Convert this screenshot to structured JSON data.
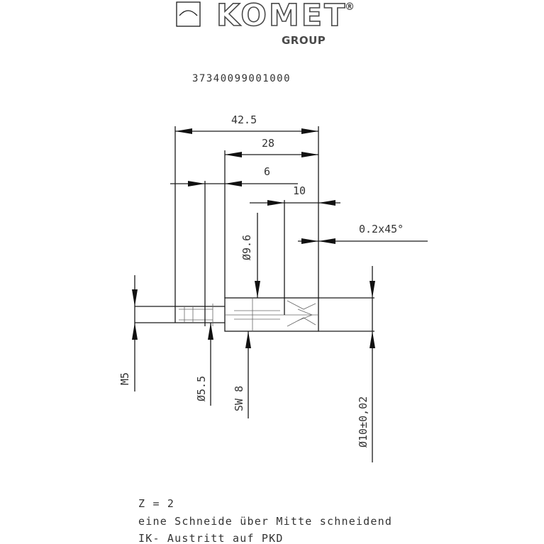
{
  "logo": {
    "brand": "KOMET",
    "registered": "®",
    "group": "GROUP"
  },
  "part_number": "37340099001000",
  "dimensions": {
    "overall_length": "42.5",
    "length_28": "28",
    "length_6": "6",
    "length_10": "10",
    "chamfer": "0.2x45°",
    "diameter_9_6": "Ø9.6",
    "thread": "M5",
    "diameter_5_5": "Ø5.5",
    "wrench_size": "SW 8",
    "diameter_10": "Ø10±0,02"
  },
  "notes": [
    "Z = 2",
    "eine Schneide über Mitte schneidend",
    "IK- Austritt auf PKD"
  ],
  "colors": {
    "line": "#1a1a1a",
    "text": "#333333",
    "logo": "#4a4a4a"
  }
}
